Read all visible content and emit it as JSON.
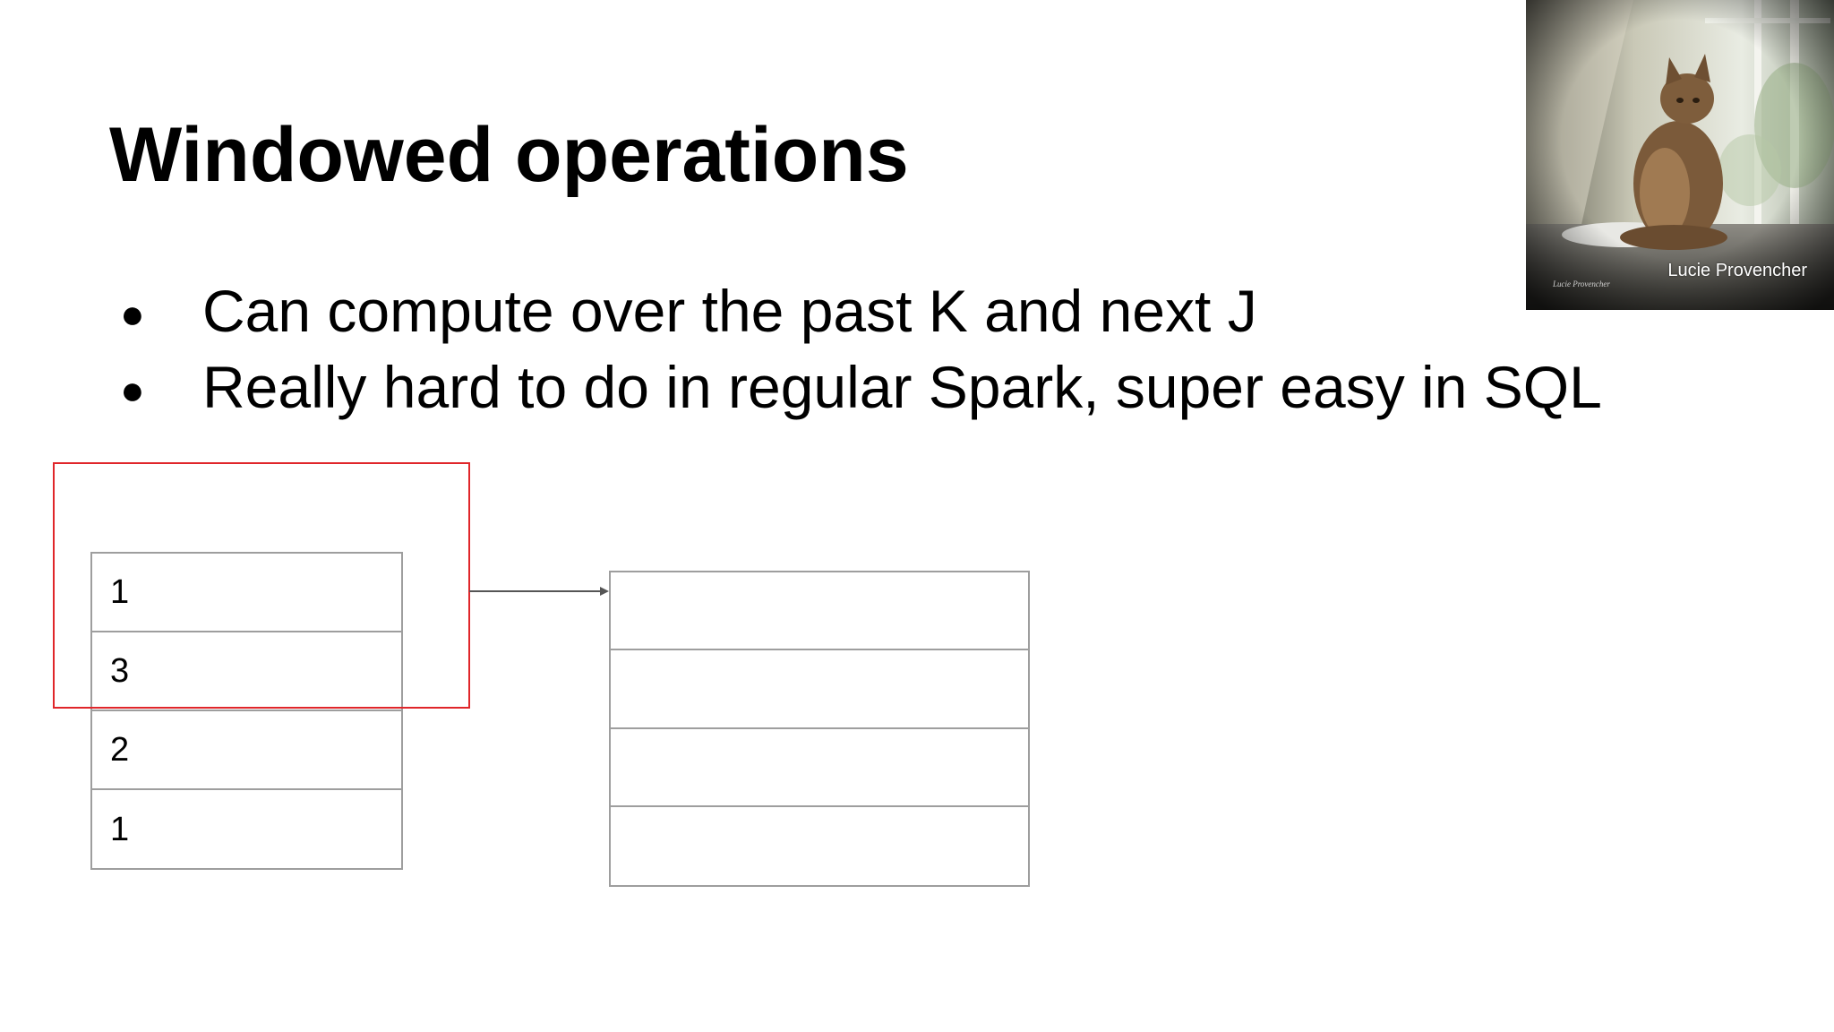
{
  "slide": {
    "title": "Windowed operations",
    "bullets": [
      "Can compute over the past K and next J",
      "Really hard to do in regular Spark, super easy in SQL"
    ],
    "bullet_symbol": "●"
  },
  "diagram": {
    "input_values": [
      "1",
      "3",
      "2",
      "1"
    ],
    "output_values": [
      "",
      "",
      "",
      ""
    ],
    "window_color": "#e0262a",
    "table_border_color": "#9e9e9e",
    "arrow_color": "#555555"
  },
  "photo": {
    "caption": "Lucie Provencher",
    "signature": "Lucie Provencher"
  }
}
